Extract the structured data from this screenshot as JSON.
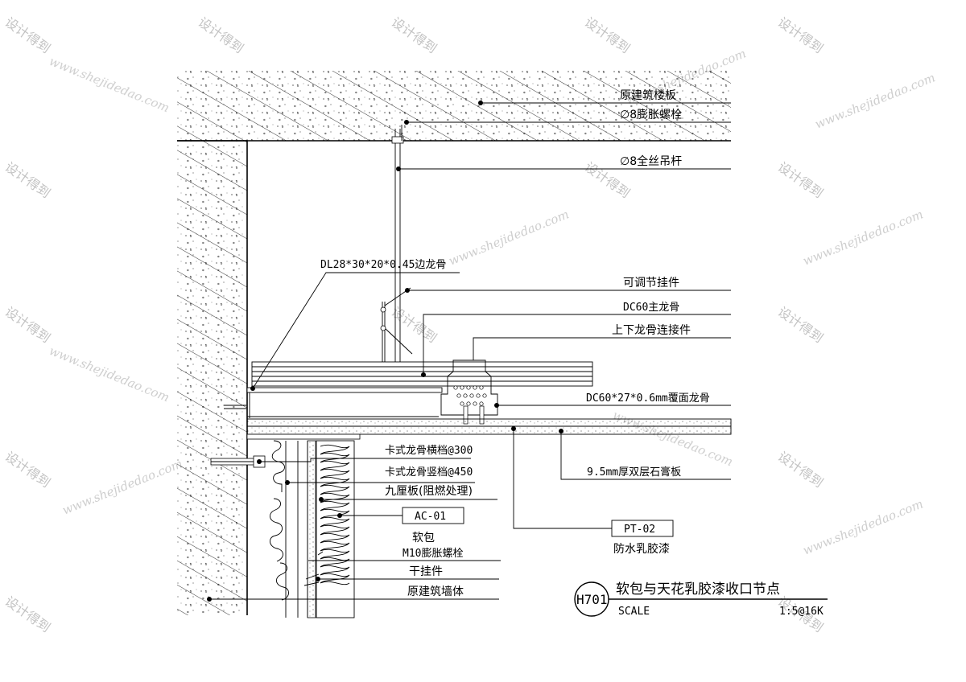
{
  "labels": {
    "slab": "原建筑楼板",
    "bolt8": "∅8膨胀螺栓",
    "rod": "∅8全丝吊杆",
    "edge_keel": "DL28*30*20*0.45边龙骨",
    "hanger": "可调节挂件",
    "main_keel": "DC60主龙骨",
    "connector": "上下龙骨连接件",
    "cover_keel": "DC60*27*0.6mm覆面龙骨",
    "gypsum": "9.5mm厚双层石膏板",
    "card_h": "卡式龙骨横档@300",
    "card_v": "卡式龙骨竖档@450",
    "plywood": "九厘板(阻燃处理)",
    "ac_tag": "AC-01",
    "soft": "软包",
    "m10": "M10膨胀螺栓",
    "dry": "干挂件",
    "wall": "原建筑墙体",
    "pt_tag": "PT-02",
    "paint": "防水乳胶漆"
  },
  "title_block": {
    "code": "H701",
    "title": "软包与天花乳胶漆收口节点",
    "scale_label": "SCALE",
    "scale_value": "1:5@16K"
  },
  "watermark": {
    "cn": "设计得到",
    "url": "www.shejidedao.com"
  }
}
